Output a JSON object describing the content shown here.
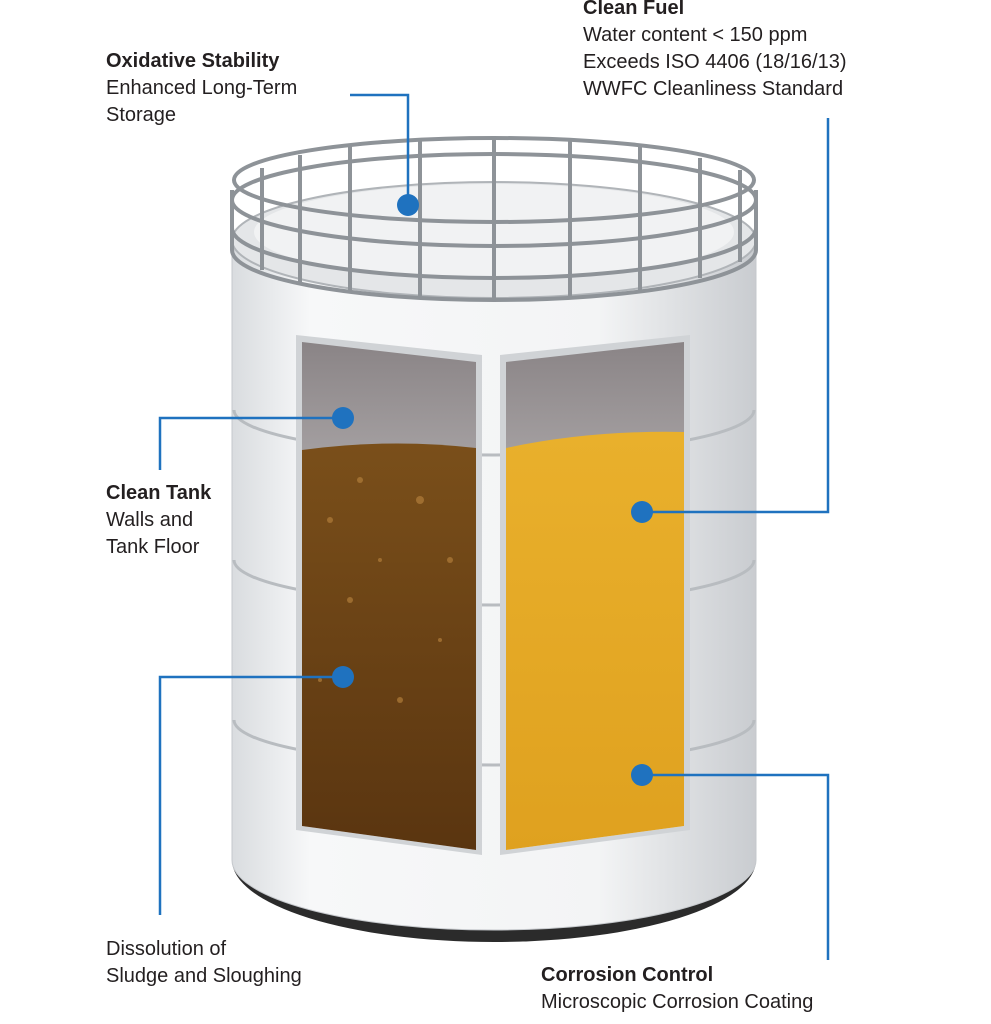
{
  "labels": {
    "oxidative": {
      "title": "Oxidative Stability",
      "lines": [
        "Enhanced Long-Term",
        "Storage"
      ]
    },
    "clean_fuel": {
      "title": "Clean Fuel",
      "lines": [
        "Water content < 150 ppm",
        "Exceeds ISO 4406 (18/16/13)",
        "WWFC Cleanliness Standard"
      ]
    },
    "clean_tank": {
      "title": "Clean Tank",
      "lines": [
        "Walls and",
        "Tank Floor"
      ]
    },
    "dissolution": {
      "lines": [
        "Dissolution of",
        "Sludge and Sloughing"
      ]
    },
    "corrosion": {
      "title": "Corrosion Control",
      "lines": [
        "Microscopic Corrosion Coating"
      ]
    }
  },
  "colors": {
    "callout": "#1f72bf",
    "sludge": "#6b4417",
    "fuel": "#e7ac27",
    "tank": "#eef0f2",
    "base": "#2b2b2b"
  }
}
